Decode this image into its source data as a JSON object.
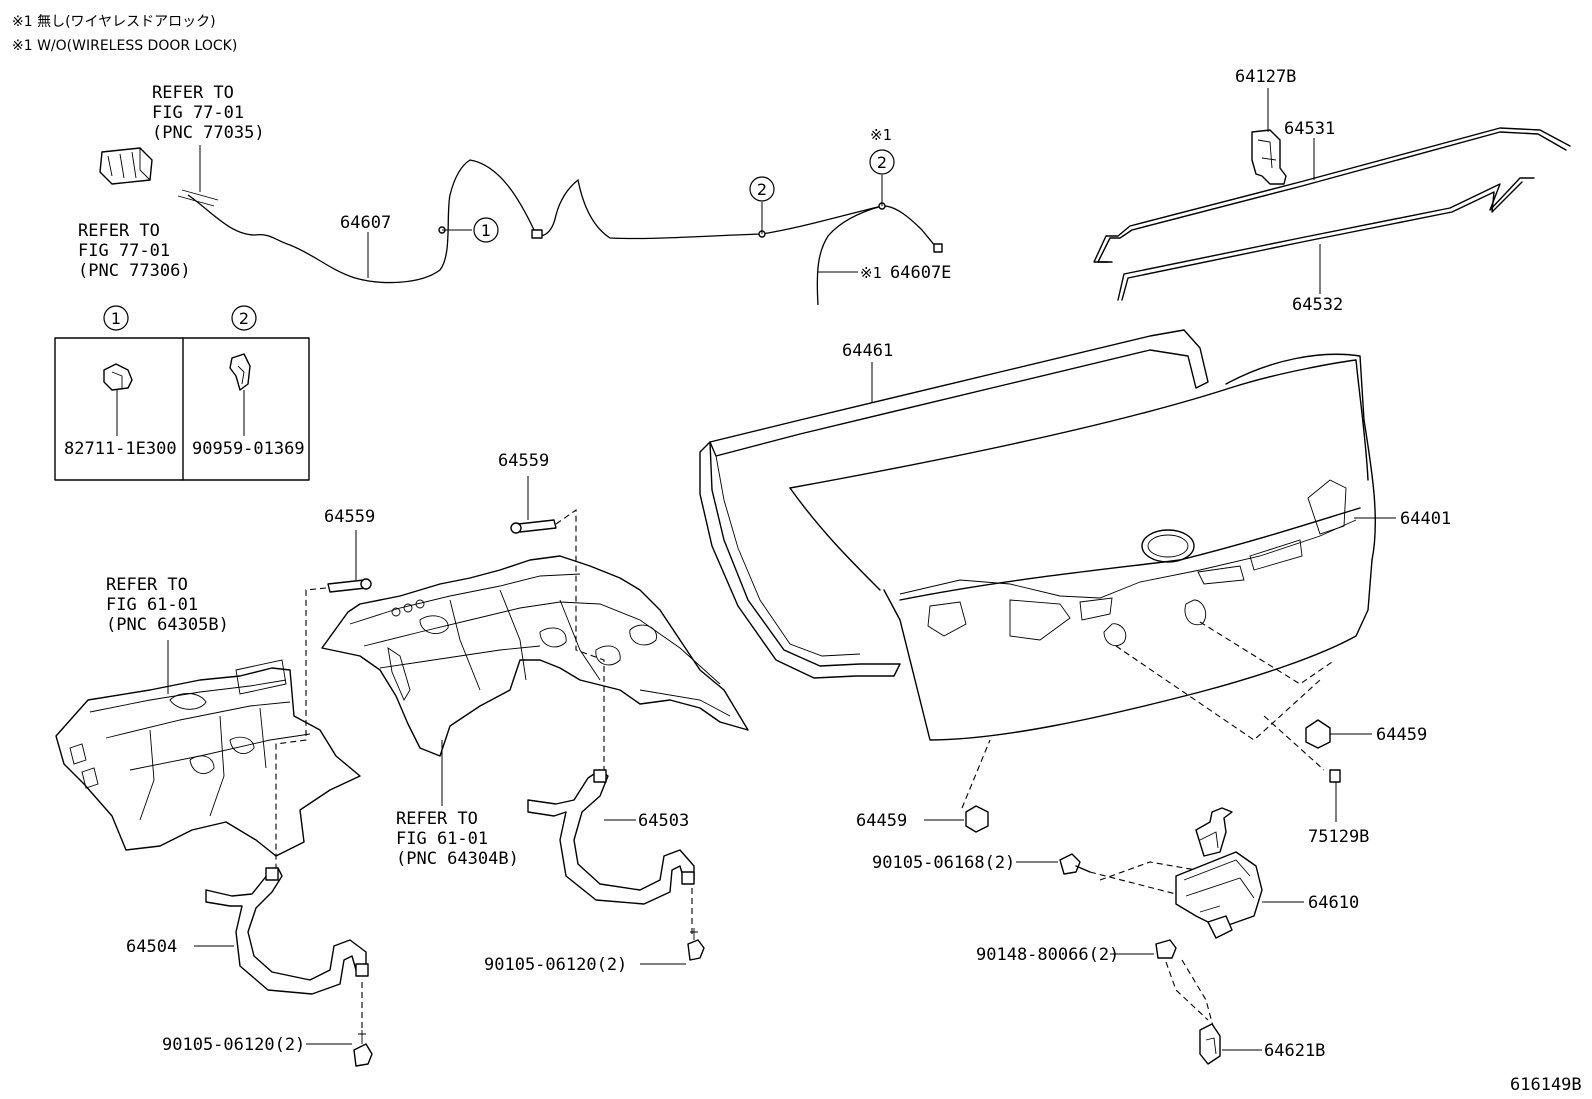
{
  "notes": {
    "line1": "※1 無し(ワイヤレスドアロック)",
    "line2": "※1 W/O(WIRELESS DOOR LOCK)"
  },
  "refs": {
    "ref_77035": [
      "REFER TO",
      "FIG 77-01",
      "(PNC 77035)"
    ],
    "ref_77306": [
      "REFER TO",
      "FIG 77-01",
      "(PNC 77306)"
    ],
    "ref_64305b": [
      "REFER TO",
      "FIG 61-01",
      "(PNC 64305B)"
    ],
    "ref_64304b": [
      "REFER TO",
      "FIG 61-01",
      "(PNC 64304B)"
    ]
  },
  "markers": {
    "one": "1",
    "two": "2",
    "note_mark": "※1"
  },
  "legend_box": {
    "col1_marker": "1",
    "col2_marker": "2",
    "col1_part": "82711-1E300",
    "col2_part": "90959-01369"
  },
  "parts": {
    "p64607": "64607",
    "p64607e": "64607E",
    "p64607e_mark": "※1",
    "p64127b": "64127B",
    "p64531": "64531",
    "p64532": "64532",
    "p64461": "64461",
    "p64401": "64401",
    "p64559_a": "64559",
    "p64559_b": "64559",
    "p64459_a": "64459",
    "p64459_b": "64459",
    "p75129b": "75129B",
    "p64503": "64503",
    "p64504": "64504",
    "p64610": "64610",
    "p64621b": "64621B",
    "p90105_06168": "90105-06168(2)",
    "p90148_80066": "90148-80066(2)",
    "p90105_06120_a": "90105-06120(2)",
    "p90105_06120_b": "90105-06120(2)"
  },
  "figure_id": "616149B"
}
